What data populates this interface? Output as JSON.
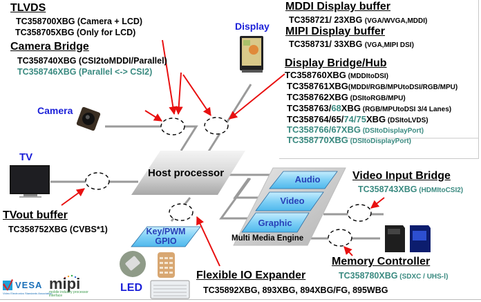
{
  "tlvds": {
    "title": "TLVDS",
    "items": [
      "TC358700XBG (Camera + LCD)",
      "TC358705XBG (Only for LCD)"
    ]
  },
  "camera_bridge": {
    "title": "Camera Bridge",
    "items": [
      "TC358740XBG (CSI2toMDDI/Parallel)",
      "TC358746XBG (Parallel <-> CSI2)"
    ]
  },
  "mddi_buffer": {
    "title": "MDDI Display buffer",
    "part": "TC358721/ 23XBG",
    "detail": "(VGA/WVGA,MDDI)"
  },
  "mipi_buffer": {
    "title": "MIPI Display buffer",
    "part": "TC358731/ 33XBG",
    "detail": "(VGA,MIPI DSI)"
  },
  "display_bridge": {
    "title": "Display Bridge/Hub",
    "items": [
      {
        "part": "TC358760XBG",
        "detail": " (MDDItoDSI)"
      },
      {
        "part": "TC358761XBG",
        "detail": "(MDDI/RGB/MPUtoDSI/RGB/MPU)"
      },
      {
        "part": "TC358762XBG",
        "detail": " (DSItoRGB/MPU)"
      },
      {
        "part_a": "TC358763/",
        "part_b": "68",
        "part_c": "XBG",
        "detail": " (RGB/MPUtoDSI 3/4 Lanes)"
      },
      {
        "part_a": "TC358764/65/",
        "part_b": "74/75",
        "part_c": "XBG",
        "detail": " (DSItoLVDS)"
      },
      {
        "part": "TC358766/67XBG",
        "detail": " (DSItoDisplayPort)"
      },
      {
        "part": "TC358770XBG",
        "detail": " (DSItoDisplayPort)"
      }
    ]
  },
  "video_input_bridge": {
    "title": "Video Input Bridge",
    "part": "TC358743XBG",
    "detail": " (HDMItoCSI2)"
  },
  "memory_controller": {
    "title": "Memory Controller",
    "part": "TC358780XBG",
    "detail": " (SDXC / UHS-Ⅰ)"
  },
  "tvout_buffer": {
    "title": "TVout buffer",
    "part": "TC358752XBG (CVBS*1)"
  },
  "io_expander": {
    "title": "Flexible IO Expander",
    "parts": "TC35892XBG, 893XBG, 894XBG/FG, 895WBG"
  },
  "devices": {
    "display": "Display",
    "camera": "Camera",
    "tv": "TV",
    "led": "LED"
  },
  "blocks": {
    "host": "Host processor",
    "audio": "Audio",
    "video": "Video",
    "graphic": "Graphic",
    "mme": "Multi Media Engine",
    "gpio_line1": "Key/PWM",
    "gpio_line2": "GPIO"
  },
  "logos": {
    "vesa": "VESA",
    "vesa_sub": "Video Electronics Standards Association",
    "mipi": "mipi",
    "mipi_sub": "mobile industry processor interface"
  },
  "colors": {
    "arrow": "#e81010",
    "teal": "#3a8a80",
    "device_label": "#1a1fd8",
    "block_blue": "#7cd0f5"
  }
}
